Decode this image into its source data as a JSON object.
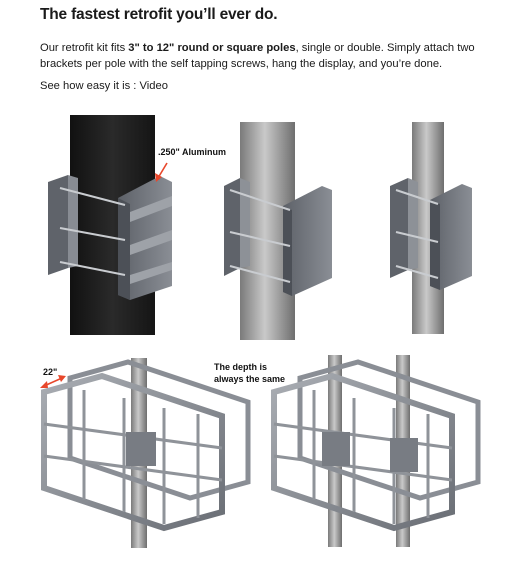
{
  "headline": "The fastest retrofit you’ll ever do.",
  "description": {
    "part1": "Our retrofit kit fits ",
    "bold": "3\" to 12\" round or square poles",
    "part2": ", single or double. Simply attach two brackets per pole with the self tapping screws, hang the display, and you’re done."
  },
  "see_how": {
    "text": "See how easy it is : ",
    "link": "Video"
  },
  "callouts": {
    "aluminum": ".250\" Aluminum",
    "width": "22\"",
    "depth_line1": "The depth is",
    "depth_line2": "always the same"
  },
  "colors": {
    "accent_arrow": "#e8472b",
    "pole_dark": "#1c1c1c",
    "pole_gray": "#9a9a9a",
    "bracket": "#6d7178"
  }
}
